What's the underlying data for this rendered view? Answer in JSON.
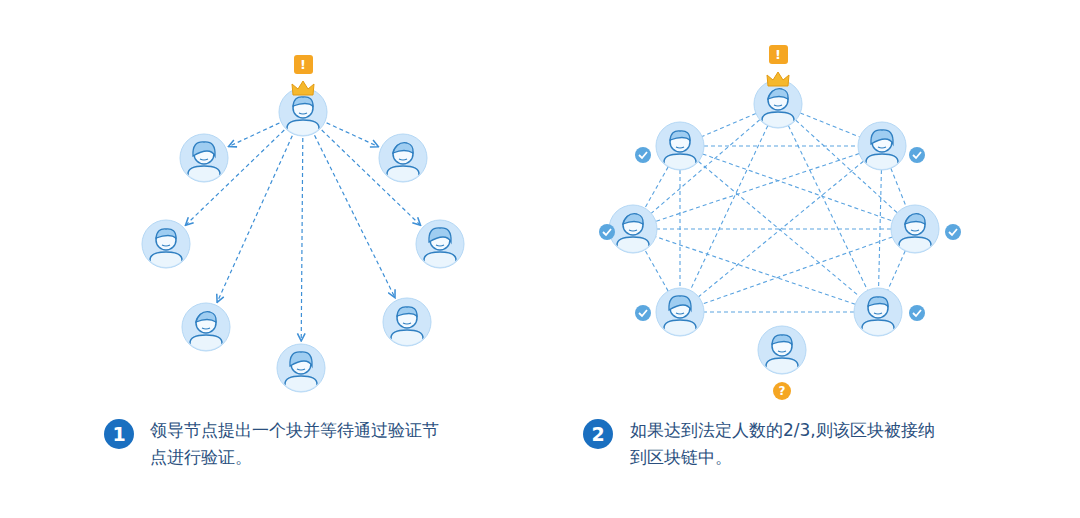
{
  "diagram": {
    "nodes": [
      {
        "text": [
          "!"
        ]
      },
      {
        "text": [
          "1"
        ]
      },
      {
        "text": [
          "!"
        ]
      },
      {
        "text": [
          "?"
        ]
      },
      {
        "text": [
          "2"
        ]
      }
    ],
    "labels": [
      "领导节点提出一个块并等待通过验证节点进行验证。",
      "如果达到法定人数的2/3,则该区块被接纳到区块链中。"
    ]
  }
}
